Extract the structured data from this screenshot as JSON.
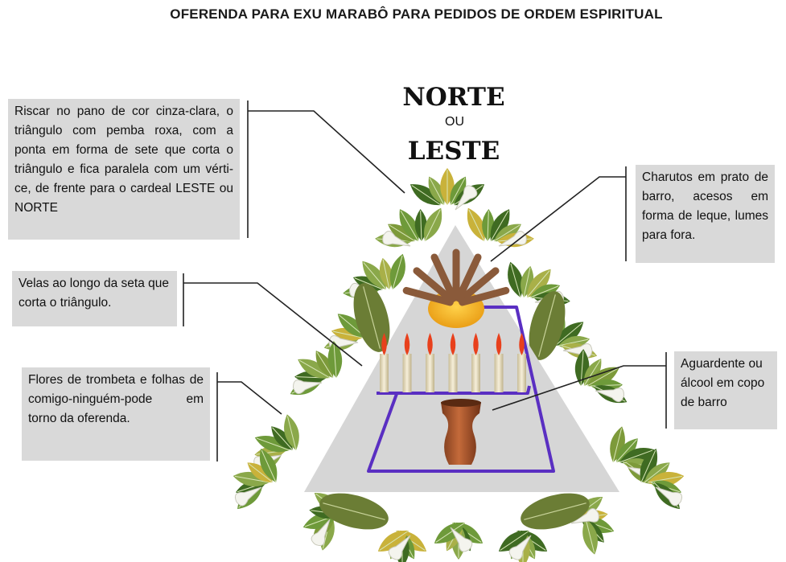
{
  "title": "OFERENDA PARA EXU MARABÔ PARA PEDIDOS DE ORDEM ESPIRITUAL",
  "directions": {
    "north": "NORTE",
    "or": "OU",
    "east": "LESTE"
  },
  "notes": {
    "riscar": "Riscar no pano de cor cinza-clara, o triângulo  com pemba roxa, com a ponta em forma de sete que corta o triângulo e fica paralela com um vérti-ce, de frente para  o cardeal LESTE ou NORTE",
    "velas": "Velas ao longo da seta que corta o triângulo.",
    "flores": "Flores  de trombeta e folhas de     comigo-ninguém-pode em torno da oferenda.",
    "charutos": "Charutos em  prato de barro, acesos em forma de leque, lumes para  fora.",
    "aguardente": "Aguardente ou álcool em copo de barro"
  },
  "colors": {
    "cloth": "#d6d6d6",
    "pemba": "#5a2fc2",
    "leaf": "#5f8f3a",
    "clay": "#a0522d",
    "plate": "#f2b01e",
    "flame": "#e8401c",
    "candle": "#ece3c8"
  },
  "candles": {
    "count": 7
  },
  "cigars": {
    "count": 7
  }
}
